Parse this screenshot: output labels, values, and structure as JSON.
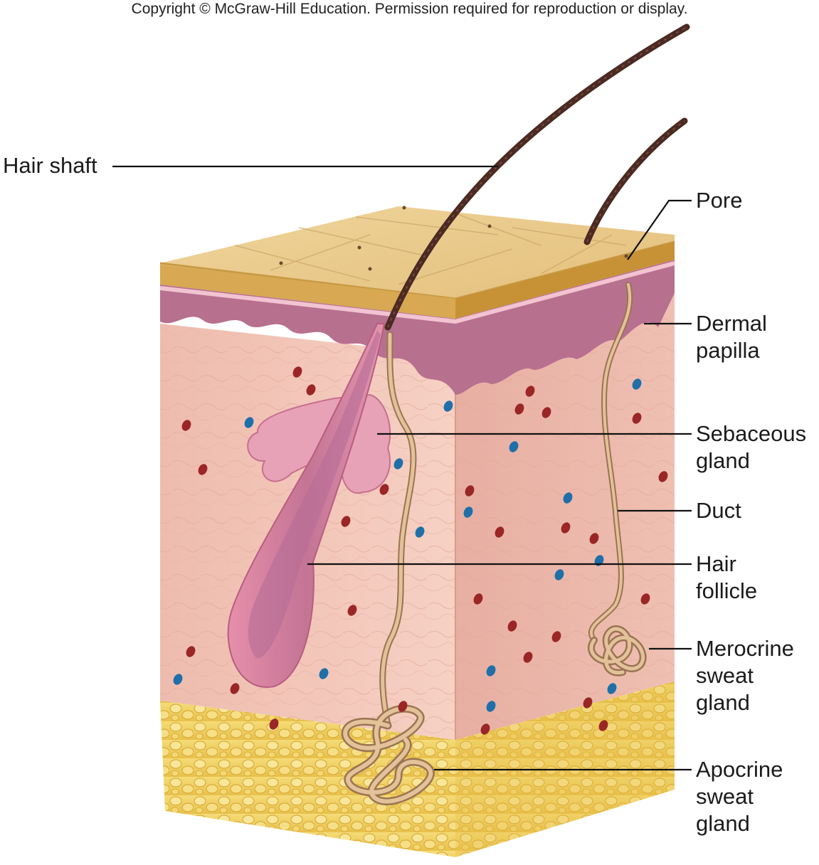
{
  "copyright": "Copyright © McGraw-Hill Education. Permission required for reproduction or display.",
  "labels": {
    "hair_shaft": [
      "Hair shaft"
    ],
    "pore": [
      "Pore"
    ],
    "dermal_papilla": [
      "Dermal",
      "papilla"
    ],
    "sebaceous_gland": [
      "Sebaceous",
      "gland"
    ],
    "duct": [
      "Duct"
    ],
    "hair_follicle": [
      "Hair",
      "follicle"
    ],
    "merocrine_sweat_gland": [
      "Merocrine",
      "sweat",
      "gland"
    ],
    "apocrine_sweat_gland": [
      "Apocrine",
      "sweat",
      "gland"
    ]
  },
  "colors": {
    "epidermis_top": "#e9c98a",
    "epidermis_edge": "#c99a44",
    "epidermis_pink": "#b56a8f",
    "dermis": "#f2c2b4",
    "dermis_shade": "#e4a99c",
    "hypodermis": "#f1cf5c",
    "hair": "#4a2a22",
    "follicle": "#d6819d",
    "gland_tube": "#c9a27a",
    "vessel_red": "#9a2626",
    "vessel_blue": "#1f6fa8",
    "leader": "#111111"
  }
}
